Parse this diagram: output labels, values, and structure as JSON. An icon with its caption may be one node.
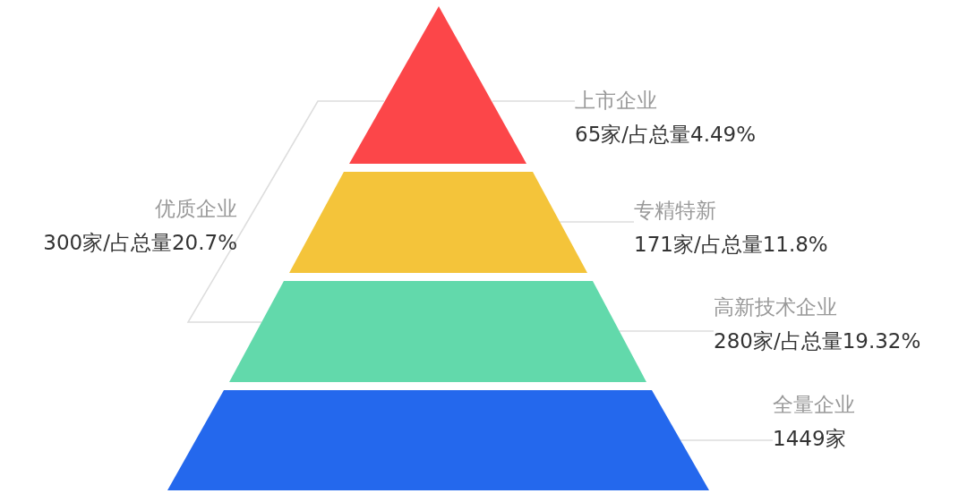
{
  "diagram": {
    "nodes": [
      {
        "text": [],
        "shape": "triangle"
      },
      {
        "text": [],
        "shape": "trapezoid"
      },
      {
        "text": [],
        "shape": "trapezoid"
      },
      {
        "text": [],
        "shape": "trapezoid"
      },
      {
        "text": [
          "上市企业",
          "65家/占总量4.49%"
        ]
      },
      {
        "text": [
          "优质企业",
          "300家/占总量20.7%"
        ]
      },
      {
        "text": [
          "专精特新",
          "171家/占总量11.8%"
        ]
      },
      {
        "text": [
          "高新技术企业",
          "280家/占总量19.32%"
        ]
      },
      {
        "text": [
          "全量企业",
          "1449家"
        ]
      }
    ],
    "edges": [
      {
        "from": 4,
        "to": 0,
        "arrow": "none"
      },
      {
        "from": 5,
        "to": 0,
        "arrow": "none"
      },
      {
        "from": 5,
        "to": 2,
        "arrow": "none"
      },
      {
        "from": 6,
        "to": 1,
        "arrow": "none"
      },
      {
        "from": 7,
        "to": 2,
        "arrow": "none"
      },
      {
        "from": 8,
        "to": 3,
        "arrow": "none"
      }
    ]
  }
}
